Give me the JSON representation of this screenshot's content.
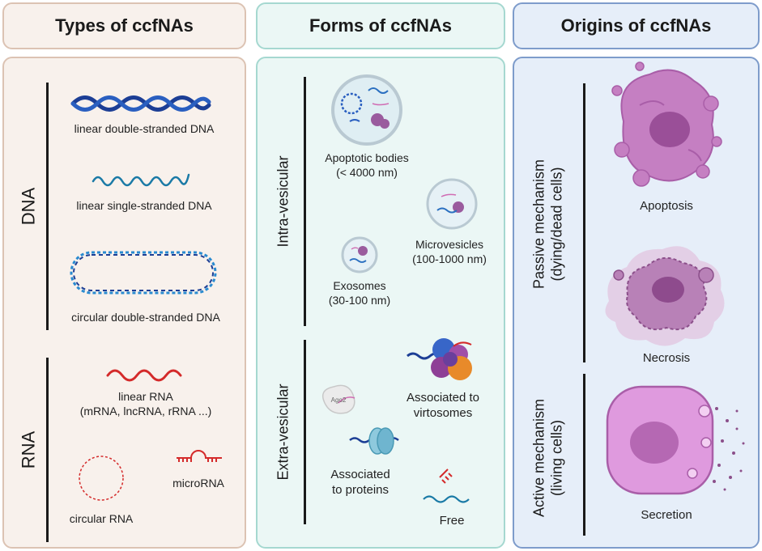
{
  "headers": {
    "types": "Types of ccfNAs",
    "forms": "Forms of ccfNAs",
    "origins": "Origins of ccfNAs"
  },
  "types": {
    "dna_label": "DNA",
    "rna_label": "RNA",
    "linear_ds_dna": "linear double-stranded DNA",
    "linear_ss_dna": "linear single-stranded DNA",
    "circular_ds_dna": "circular double-stranded DNA",
    "linear_rna_1": "linear RNA",
    "linear_rna_2": "(mRNA, lncRNA, rRNA ...)",
    "microrna": "microRNA",
    "circular_rna": "circular RNA"
  },
  "forms": {
    "intra_label": "Intra-vesicular",
    "extra_label": "Extra-vesicular",
    "apoptotic_1": "Apoptotic bodies",
    "apoptotic_2": "(< 4000 nm)",
    "microvesicles_1": "Microvesicles",
    "microvesicles_2": "(100-1000 nm)",
    "exosomes_1": "Exosomes",
    "exosomes_2": "(30-100 nm)",
    "virtosomes_1": "Associated to",
    "virtosomes_2": "virtosomes",
    "proteins_1": "Associated",
    "proteins_2": "to proteins",
    "ago2": "Ago2",
    "free": "Free"
  },
  "origins": {
    "passive_1": "Passive mechanism",
    "passive_2": "(dying/dead cells)",
    "active_1": "Active mechanism",
    "active_2": "(living cells)",
    "apoptosis": "Apoptosis",
    "necrosis": "Necrosis",
    "secretion": "Secretion"
  },
  "colors": {
    "types_bg": "#f8f1ec",
    "types_border": "#dcc3b3",
    "forms_bg": "#ebf7f5",
    "forms_border": "#a5d8d0",
    "origins_bg": "#e6eef9",
    "origins_border": "#7e9ccb",
    "dna_blue": "#1c3e95",
    "rna_red": "#d42a2a",
    "cell_purple": "#c57fc2"
  }
}
